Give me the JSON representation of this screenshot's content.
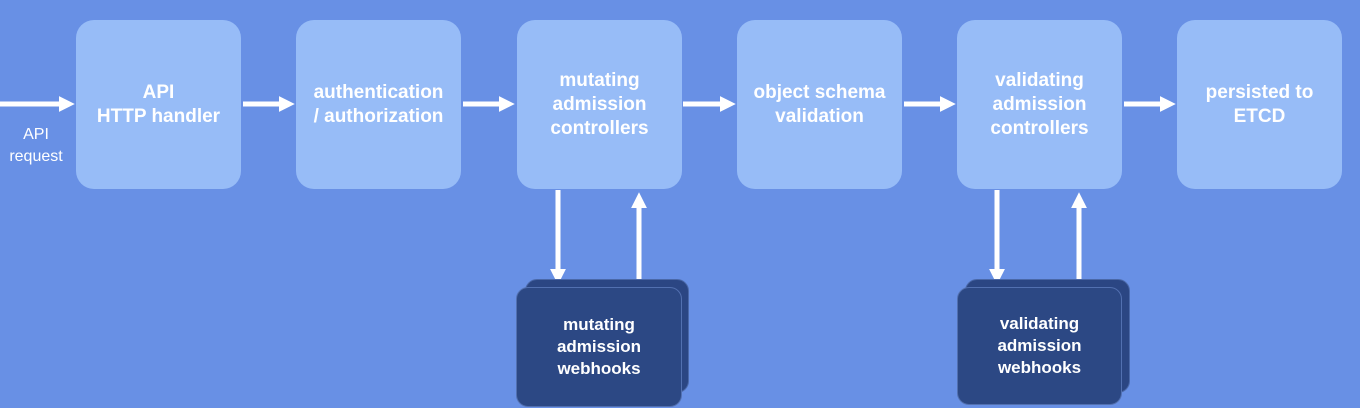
{
  "diagram": {
    "request_label": "API\nrequest",
    "stages": [
      {
        "label": "API\nHTTP handler"
      },
      {
        "label": "authentication\n/ authorization"
      },
      {
        "label": "mutating\nadmission\ncontrollers"
      },
      {
        "label": "object schema\nvalidation"
      },
      {
        "label": "validating\nadmission\ncontrollers"
      },
      {
        "label": "persisted to\nETCD"
      }
    ],
    "webhooks": [
      {
        "label": "mutating\nadmission\nwebhooks"
      },
      {
        "label": "validating\nadmission\nwebhooks"
      }
    ]
  },
  "colors": {
    "background": "#6890e5",
    "stage_box": "#97bcf7",
    "webhook_box": "#2c4884",
    "arrow": "#ffffff"
  }
}
